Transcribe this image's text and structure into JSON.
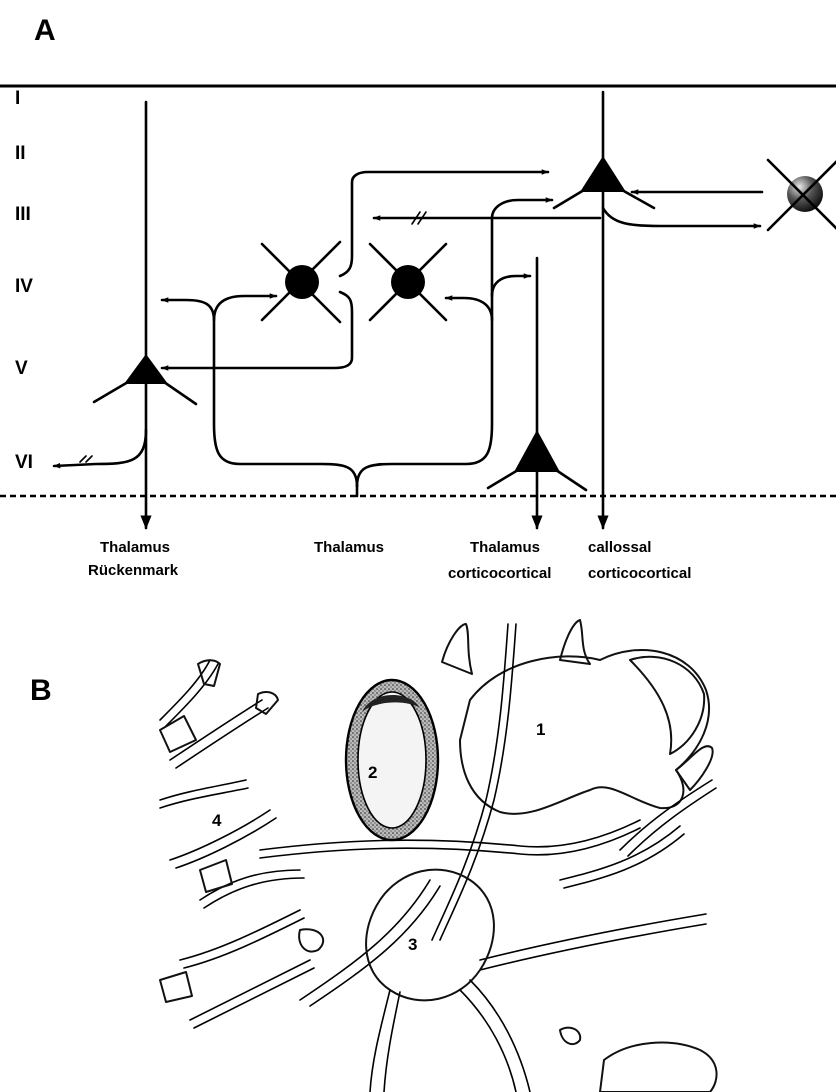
{
  "panel_a": {
    "label": "A",
    "layers": [
      "I",
      "II",
      "III",
      "IV",
      "V",
      "VI"
    ],
    "outputs": {
      "thalamus_rueckenmark_1": "Thalamus",
      "thalamus_rueckenmark_2": "Rückenmark",
      "thalamus_input": "Thalamus",
      "thalamus_cc_1": "Thalamus",
      "thalamus_cc_2": "corticocortical",
      "callosal_1": "callossal",
      "callosal_2": "corticocortical"
    }
  },
  "panel_b": {
    "label": "B",
    "numbers": [
      "1",
      "2",
      "3",
      "4"
    ]
  }
}
